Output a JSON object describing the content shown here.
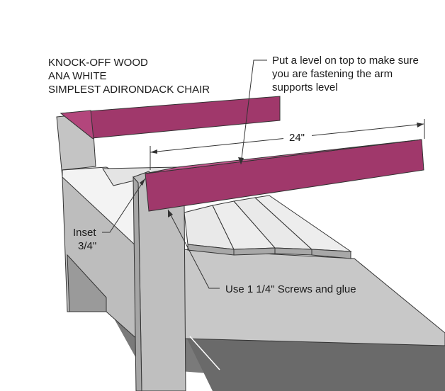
{
  "header": {
    "line1": "KNOCK-OFF WOOD",
    "line2": "ANA WHITE",
    "line3": "SIMPLEST ADIRONDACK CHAIR"
  },
  "annotations": {
    "level_note": {
      "line1": "Put a level on top to make sure",
      "line2": "you are fastening the arm",
      "line3": "supports level"
    },
    "inset_note": {
      "line1": "Inset",
      "line2": "3/4\""
    },
    "screws_note": "Use 1 1/4\" Screws and glue",
    "dimension": "24\""
  },
  "colors": {
    "arm_highlight": "#a0386b",
    "wood_gray": "#c9c9c9",
    "seat_light": "#f2f2f2",
    "shadow_dark": "#6e6e6e"
  }
}
